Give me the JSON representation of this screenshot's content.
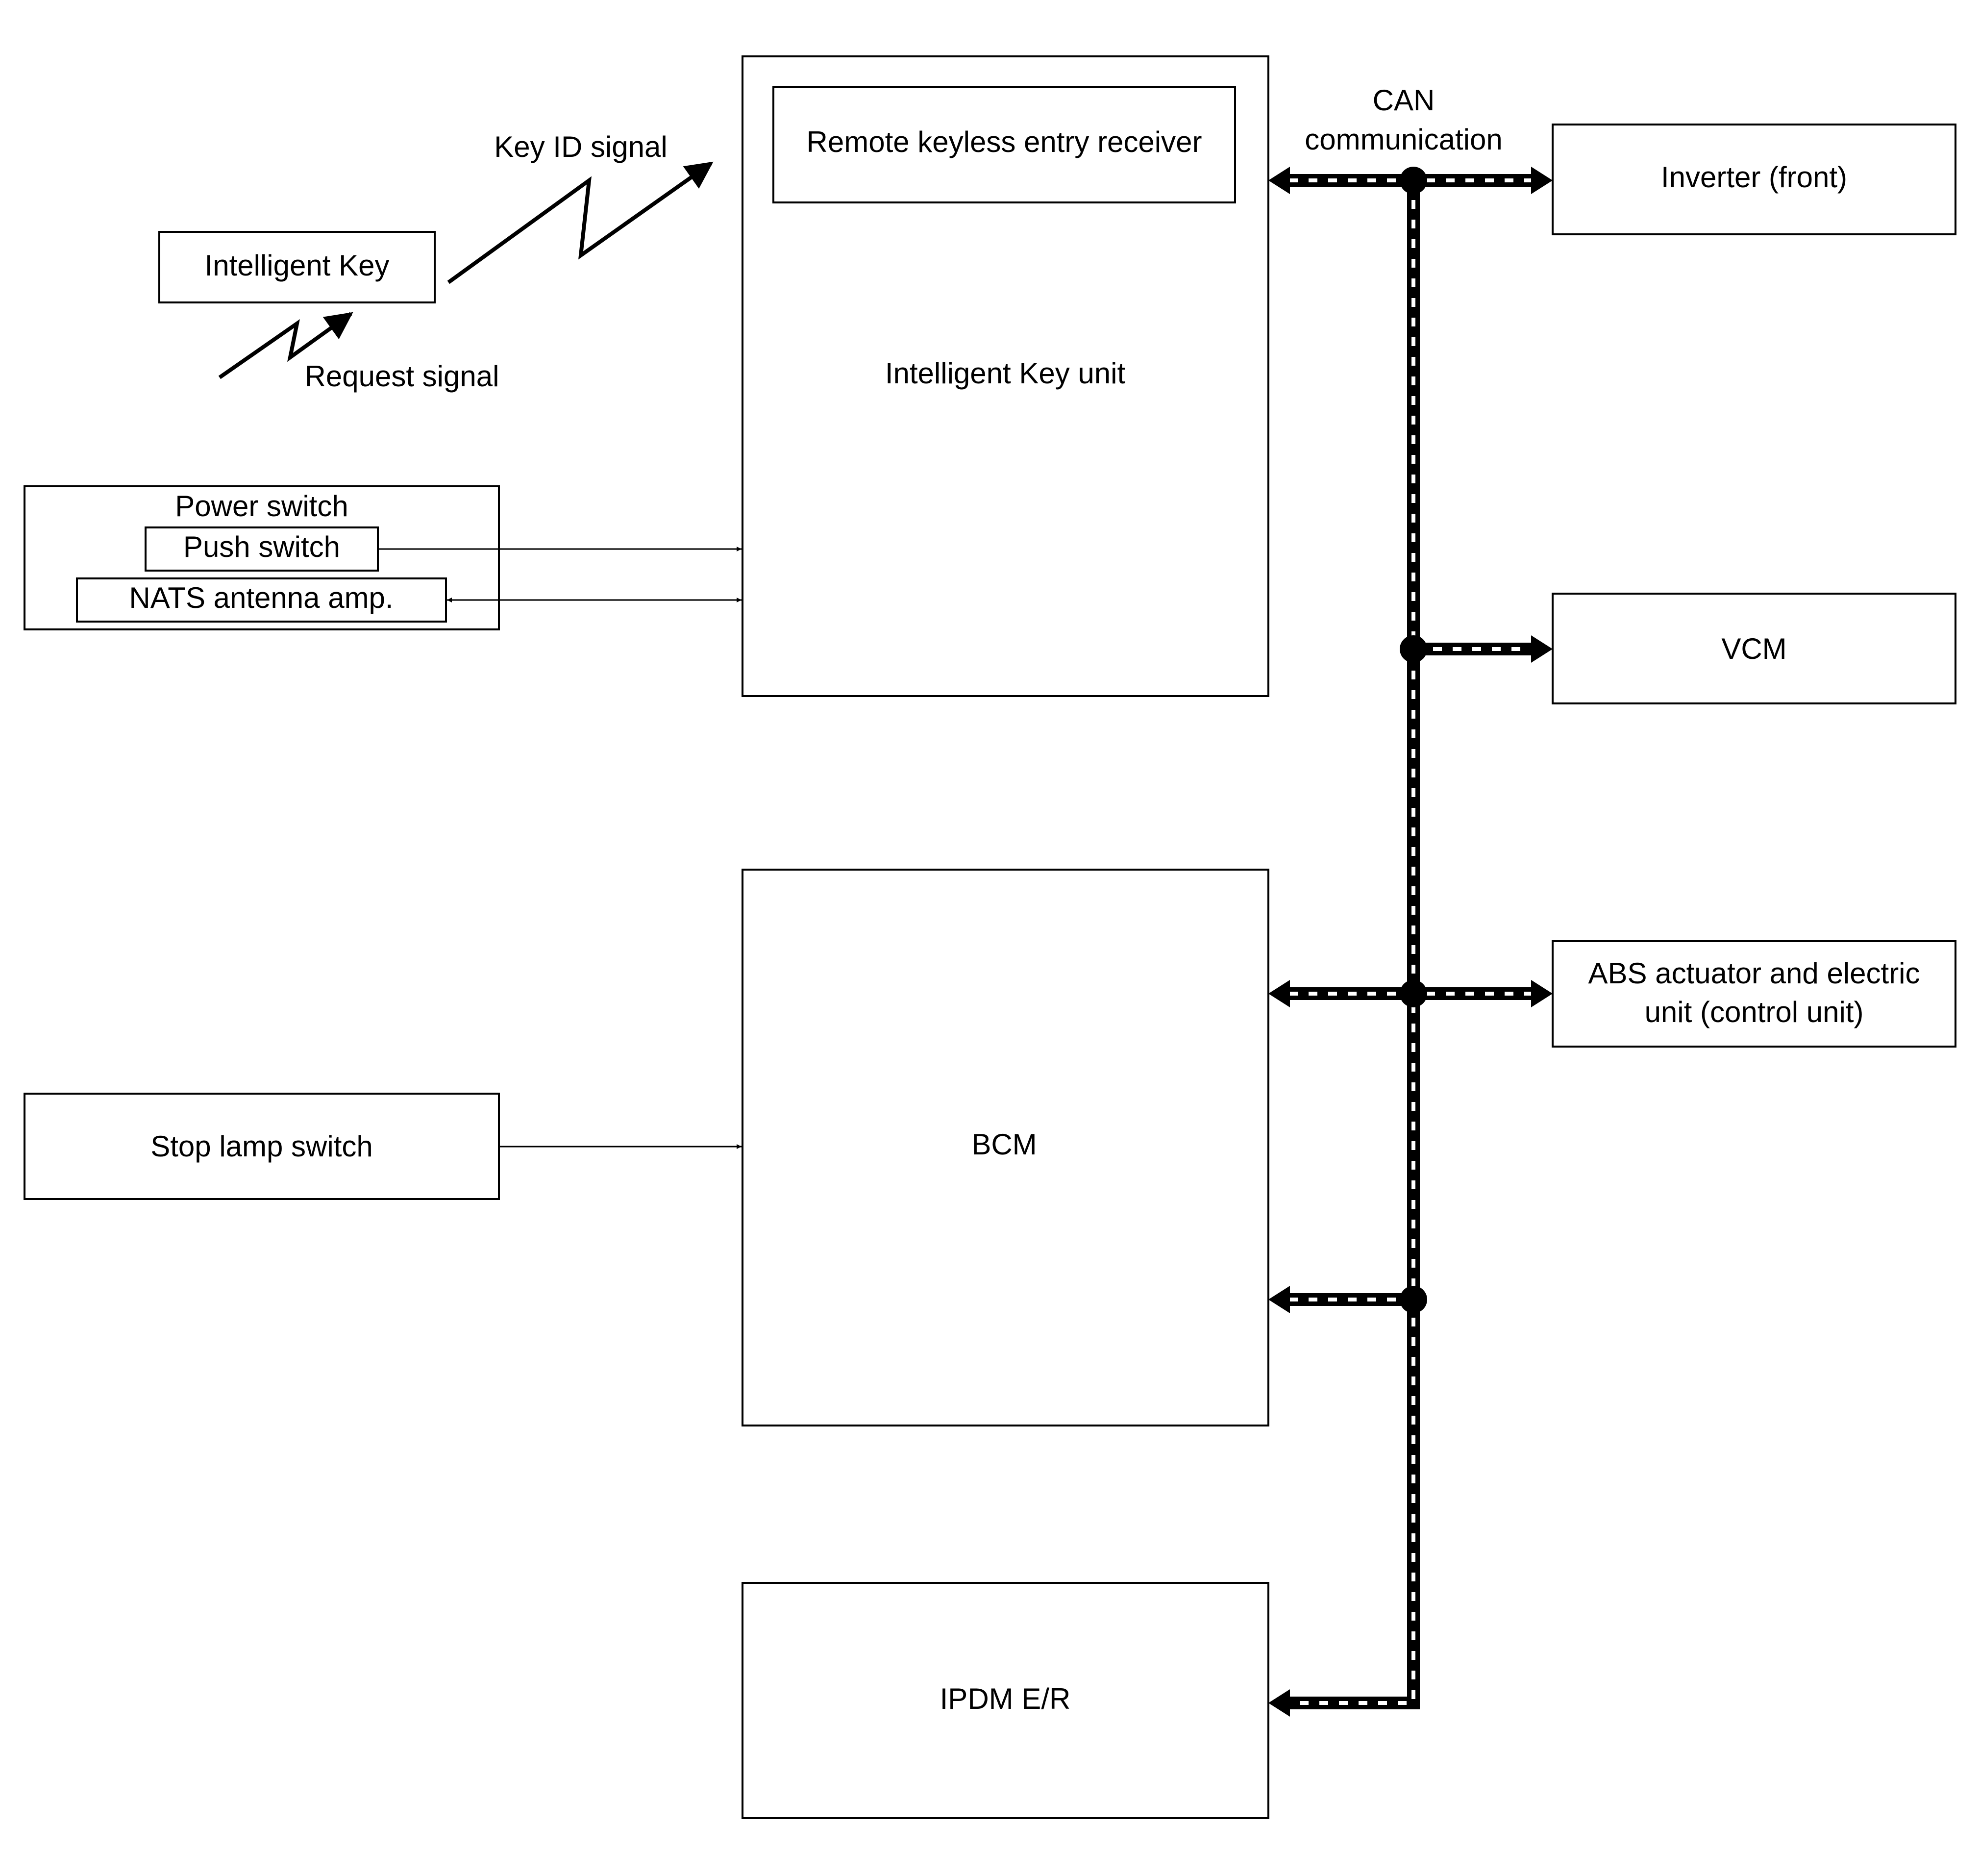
{
  "blocks": {
    "intelligent_key_unit": "Intelligent Key unit",
    "remote_keyless_entry_receiver": "Remote keyless entry receiver",
    "intelligent_key": "Intelligent Key",
    "power_switch": "Power switch",
    "push_switch": "Push switch",
    "nats_antenna_amp": "NATS antenna amp.",
    "stop_lamp_switch": "Stop lamp switch",
    "bcm": "BCM",
    "ipdm_er": "IPDM E/R",
    "inverter_front": "Inverter (front)",
    "vcm": "VCM",
    "abs_line1": "ABS actuator and electric",
    "abs_line2": "unit (control unit)"
  },
  "signals": {
    "key_id_signal": "Key ID signal",
    "request_signal": "Request signal",
    "can_line1": "CAN",
    "can_line2": "communication"
  }
}
